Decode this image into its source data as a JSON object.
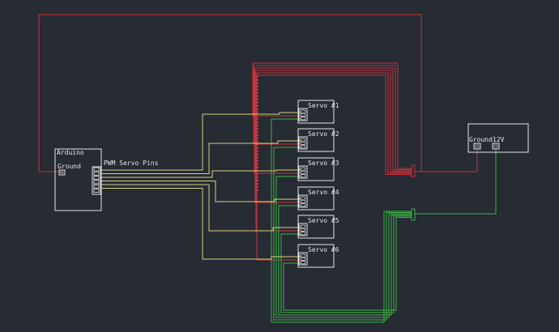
{
  "colors": {
    "background": "#262b34",
    "component_outline": "#e6e6e6",
    "signal_wire": "#d8d27a",
    "power_wire": "#c8323a",
    "ground_wire": "#3cb043"
  },
  "arduino": {
    "title": "Arduino",
    "ground_label": "Ground",
    "pwm_label": "PWM Servo Pins"
  },
  "power_supply": {
    "ground_label": "Ground",
    "voltage_label": "12V"
  },
  "servos": [
    {
      "label": "Servo #1"
    },
    {
      "label": "Servo #2"
    },
    {
      "label": "Servo #3"
    },
    {
      "label": "Servo #4"
    },
    {
      "label": "Servo #5"
    },
    {
      "label": "Servo #6"
    }
  ]
}
